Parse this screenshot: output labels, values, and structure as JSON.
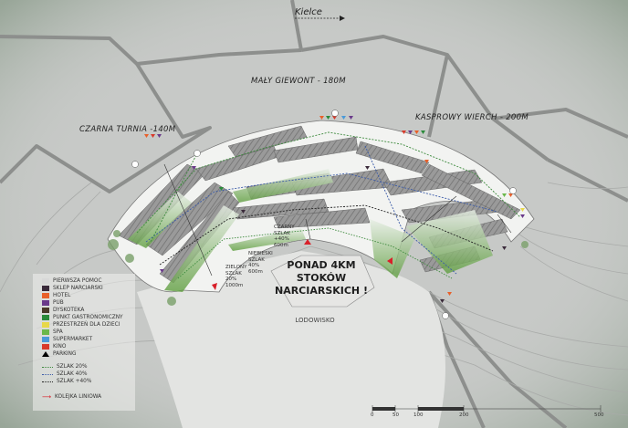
{
  "direction": {
    "label": "Kielce"
  },
  "peaks": {
    "czarna_turnia": "CZARNA TURNIA -140M",
    "maly_giewont": "MAŁY GIEWONT - 180M",
    "kasprowy_wierch": "KASPROWY WIERCH - 200M"
  },
  "slopes": {
    "czarny": "CZARNY\nSZLAK\n+40%\n600m",
    "niebieski": "NIEBIESKI\nSZLAK\n40%\n600m",
    "zielony": "ZIELONY\nSZLAK\n20%\n1000m"
  },
  "center": {
    "line1": "PONAD 4KM",
    "line2": "STOKÓW",
    "line3": "NARCIARSKICH !",
    "rink": "LODOWISKO"
  },
  "legend": {
    "items": [
      {
        "label": "PIERWSZA POMOC",
        "color": "#d8d8d8",
        "icon": "first-aid"
      },
      {
        "label": "SKLEP NARCIARSKI",
        "color": "#3a2a3a",
        "icon": "ski-shop"
      },
      {
        "label": "HOTEL",
        "color": "#e8602a",
        "icon": "hotel"
      },
      {
        "label": "PUB",
        "color": "#6a3a8a",
        "icon": "pub"
      },
      {
        "label": "DYSKOTEKA",
        "color": "#4a3a2a",
        "icon": "disco"
      },
      {
        "label": "PUNKT GASTRONOMICZNY",
        "color": "#2a8a3a",
        "icon": "food"
      },
      {
        "label": "PRZESTRZEŃ DLA DZIECI",
        "color": "#e8d84a",
        "icon": "kids"
      },
      {
        "label": "SPA",
        "color": "#6ab84a",
        "icon": "spa"
      },
      {
        "label": "SUPERMARKET",
        "color": "#4a9ad8",
        "icon": "supermarket"
      },
      {
        "label": "KINO",
        "color": "#d83a2a",
        "icon": "cinema"
      },
      {
        "label": "PARKING",
        "color": "#2a4a3a",
        "icon": "parking"
      }
    ],
    "trails": [
      {
        "label": "SZLAK 20%",
        "color": "#3d8a3d"
      },
      {
        "label": "SZLAK 40%",
        "color": "#3a5aa8"
      },
      {
        "label": "SZLAK +40%",
        "color": "#222222"
      }
    ],
    "lift": {
      "label": "KOLEJKA LINIOWA",
      "color": "#d8202a"
    }
  },
  "scale": {
    "ticks": [
      "0",
      "50",
      "100",
      "200",
      "500"
    ]
  }
}
